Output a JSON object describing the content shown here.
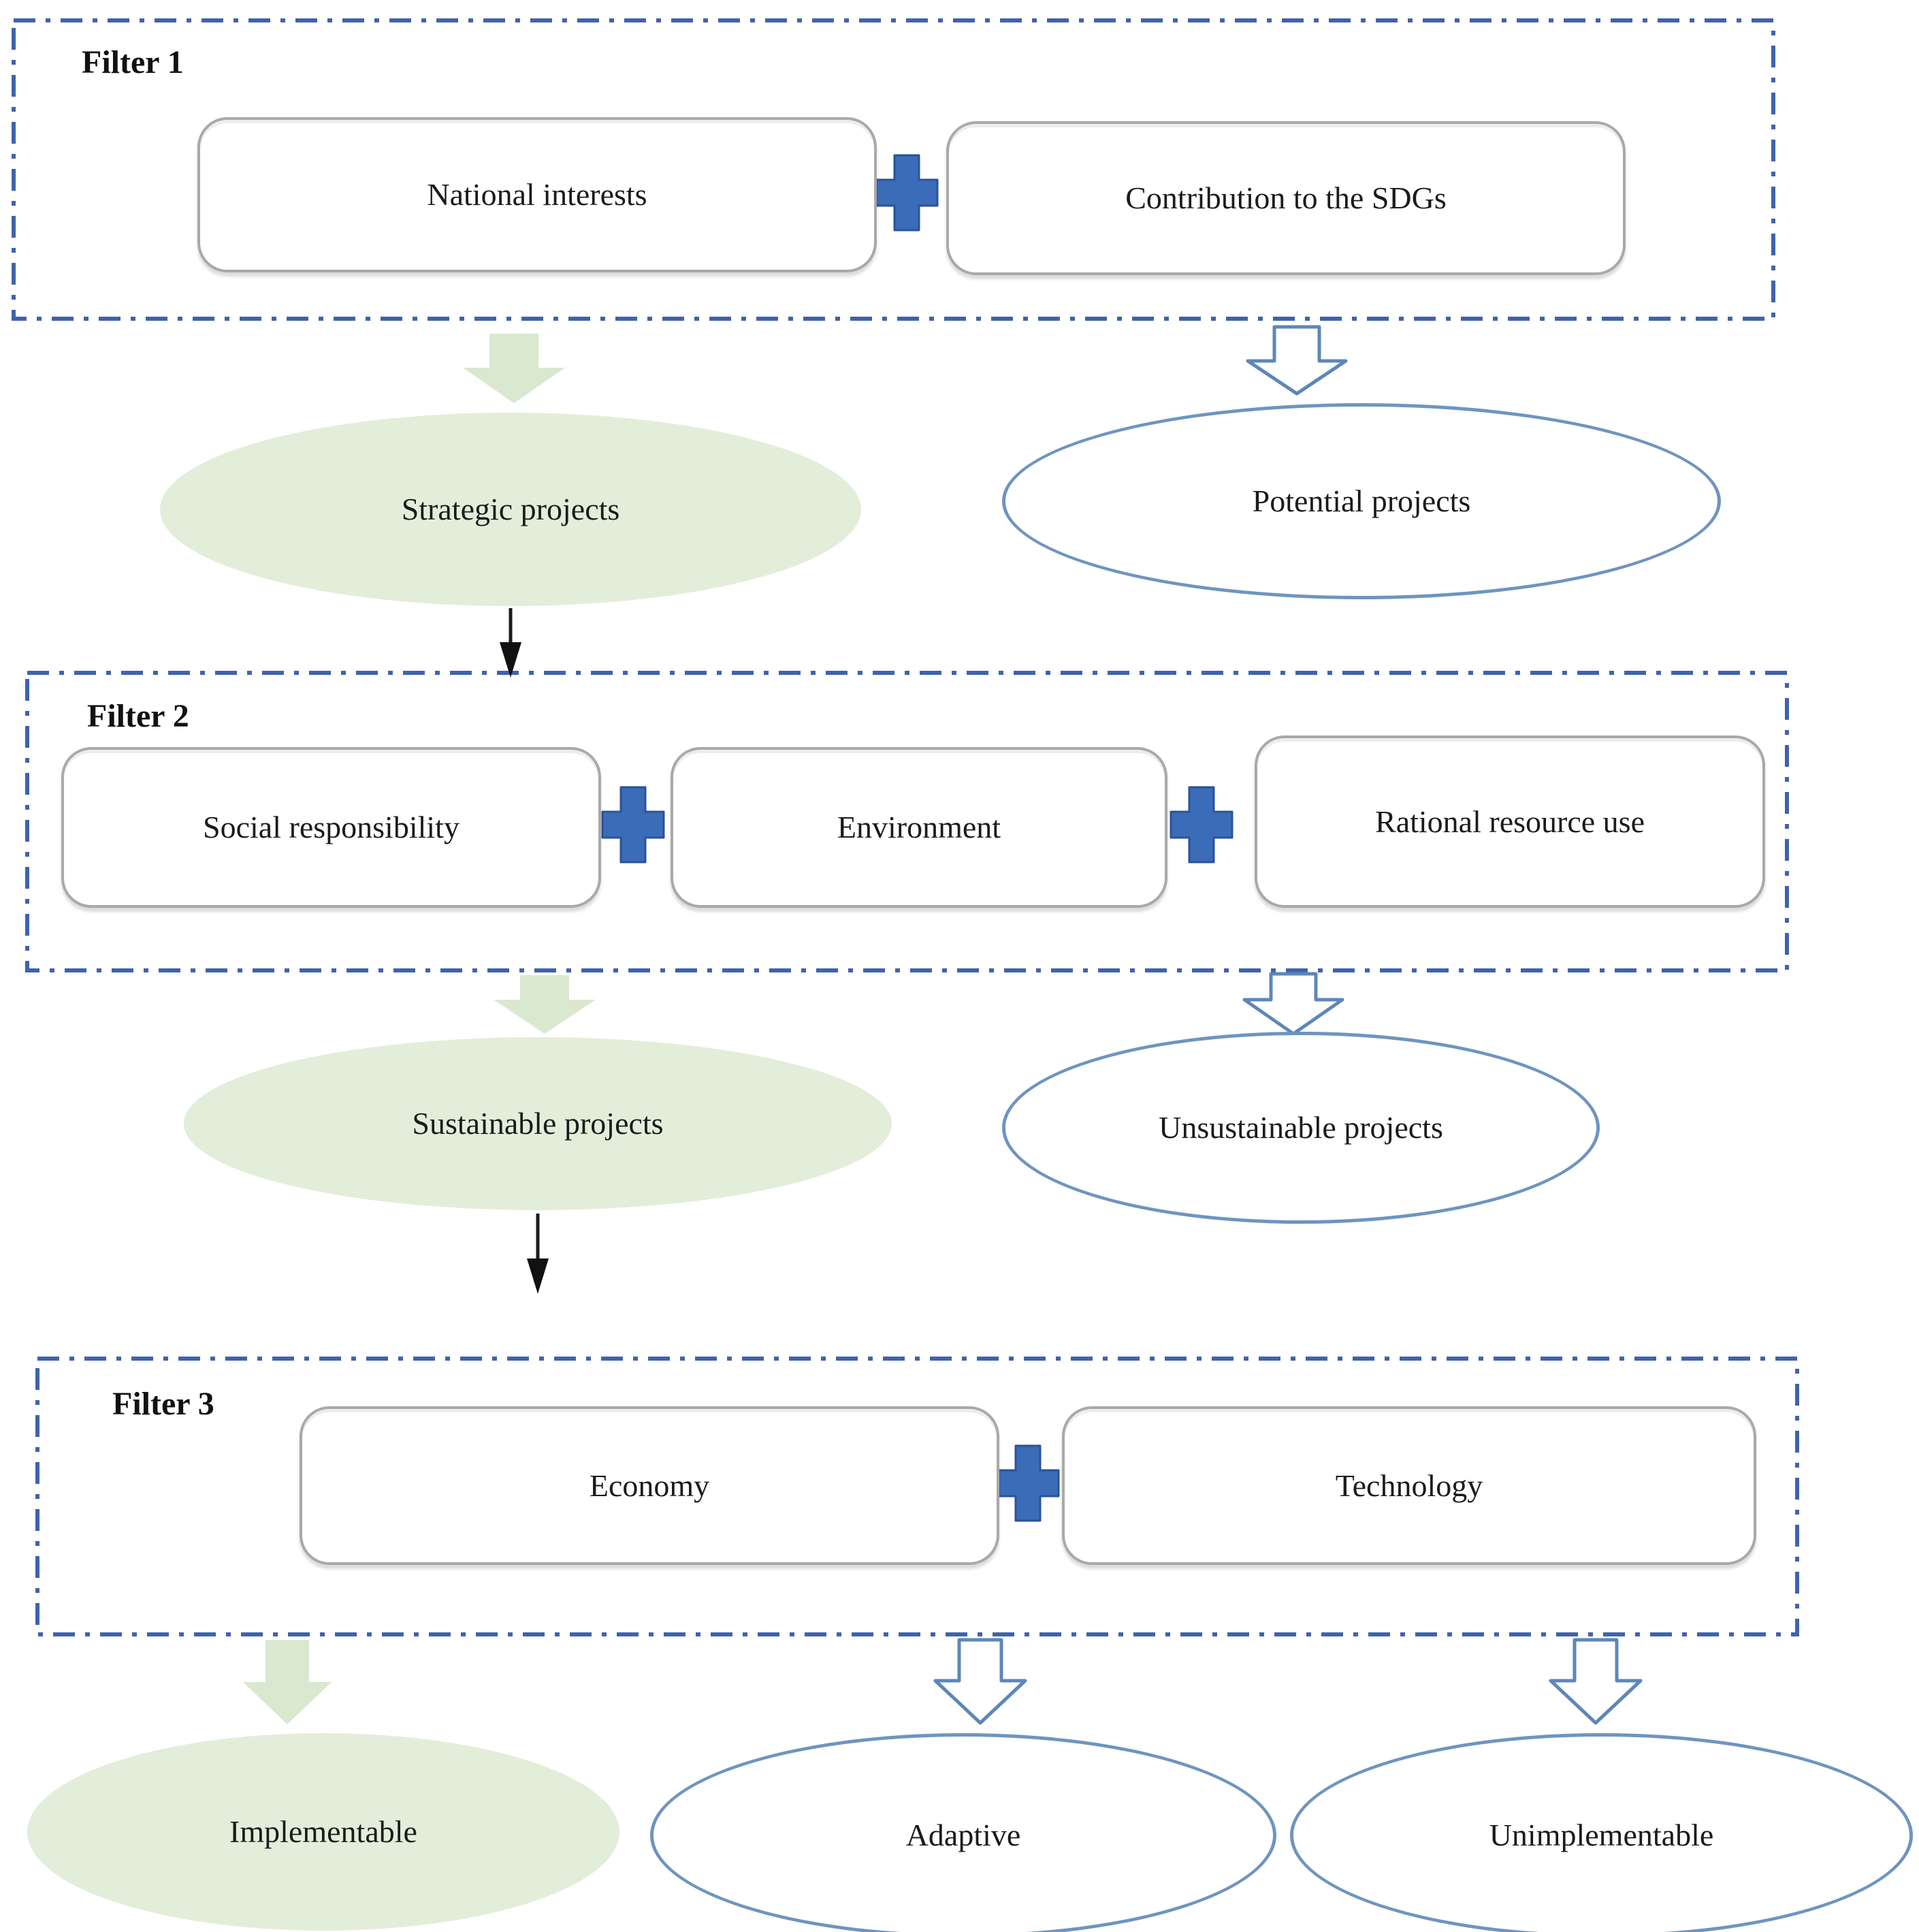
{
  "filters": [
    {
      "label": "Filter 1",
      "criteria": [
        "National interests",
        "Contribution to the SDGs"
      ]
    },
    {
      "label": "Filter 2",
      "criteria": [
        "Social responsibility",
        "Environment",
        "Rational resource use"
      ]
    },
    {
      "label": "Filter 3",
      "criteria": [
        "Economy",
        "Technology"
      ]
    }
  ],
  "outcomes": {
    "pass": [
      {
        "label": "Strategic projects"
      },
      {
        "label": "Sustainable projects"
      },
      {
        "label": "Implementable"
      }
    ],
    "fail": [
      {
        "label": "Potential projects"
      },
      {
        "label": "Unsustainable projects"
      },
      {
        "label": "Adaptive"
      },
      {
        "label": "Unimplementable"
      }
    ]
  },
  "icons": {
    "plus": "plus-icon",
    "pass_arrow": "down-arrow-solid-green",
    "fail_arrow": "down-arrow-outline-blue",
    "flow_arrow": "down-arrow-thin-black"
  },
  "colors": {
    "dashed_border": "#3f63ac",
    "plus_fill": "#3a6cb8",
    "green_fill": "#e2eeda",
    "green_arrow_fill": "#d9e8cf",
    "ellipse_outline": "#6f94bf",
    "outline_arrow_stroke": "#5d87b8",
    "box_border": "#a9a9a9"
  }
}
